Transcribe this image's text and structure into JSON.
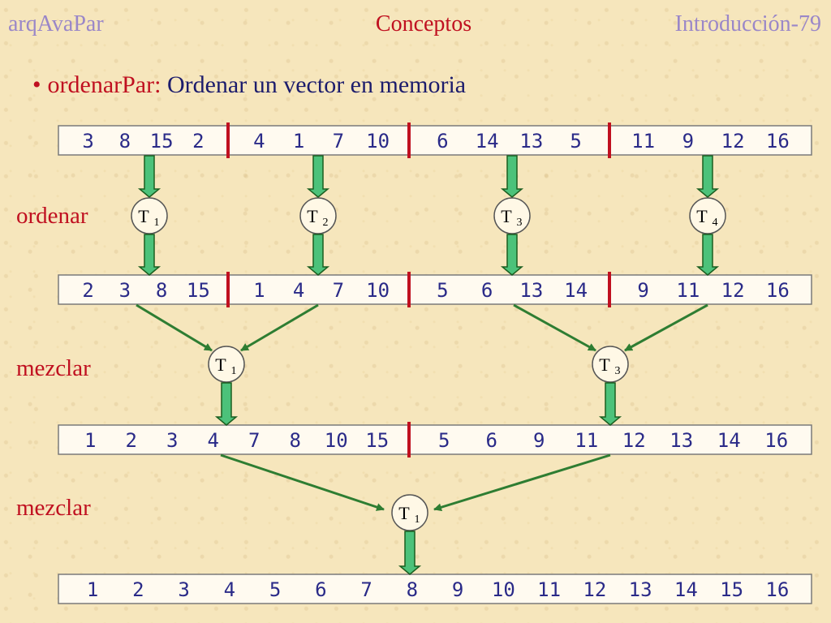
{
  "header": {
    "left": "arqAvaPar",
    "center": "Conceptos",
    "right": "Introducción-79"
  },
  "bullet": {
    "keyword": "ordenarPar:",
    "text": " Ordenar un vector en memoria"
  },
  "labels": {
    "ordenar": "ordenar",
    "mezclar1": "mezclar",
    "mezclar2": "mezclar"
  },
  "colors": {
    "arrow": "#2e7d32",
    "divider": "#c01020",
    "text": "#2a2a88",
    "node_fill": "#fff8e6"
  },
  "vectors": [
    {
      "segments": [
        [
          "3",
          "8",
          "15",
          "2"
        ],
        [
          "4",
          "1",
          "7",
          "10"
        ],
        [
          "6",
          "14",
          "13",
          "5"
        ],
        [
          "11",
          "9",
          "12",
          "16"
        ]
      ]
    },
    {
      "segments": [
        [
          "2",
          "3",
          "8",
          "15"
        ],
        [
          "1",
          "4",
          "7",
          "10"
        ],
        [
          "5",
          "6",
          "13",
          "14"
        ],
        [
          "9",
          "11",
          "12",
          "16"
        ]
      ]
    },
    {
      "segments": [
        [
          "1",
          "2",
          "3",
          "4",
          "7",
          "8",
          "10",
          "15"
        ],
        [
          "5",
          "6",
          "9",
          "11",
          "12",
          "13",
          "14",
          "16"
        ]
      ]
    },
    {
      "segments": [
        [
          "1",
          "2",
          "3",
          "4",
          "5",
          "6",
          "7",
          "8",
          "9",
          "10",
          "11",
          "12",
          "13",
          "14",
          "15",
          "16"
        ]
      ]
    }
  ],
  "threads": {
    "sort": [
      {
        "name": "T",
        "sub": "1"
      },
      {
        "name": "T",
        "sub": "2"
      },
      {
        "name": "T",
        "sub": "3"
      },
      {
        "name": "T",
        "sub": "4"
      }
    ],
    "merge1": [
      {
        "name": "T",
        "sub": "1"
      },
      {
        "name": "T",
        "sub": "3"
      }
    ],
    "merge2": [
      {
        "name": "T",
        "sub": "1"
      }
    ]
  }
}
